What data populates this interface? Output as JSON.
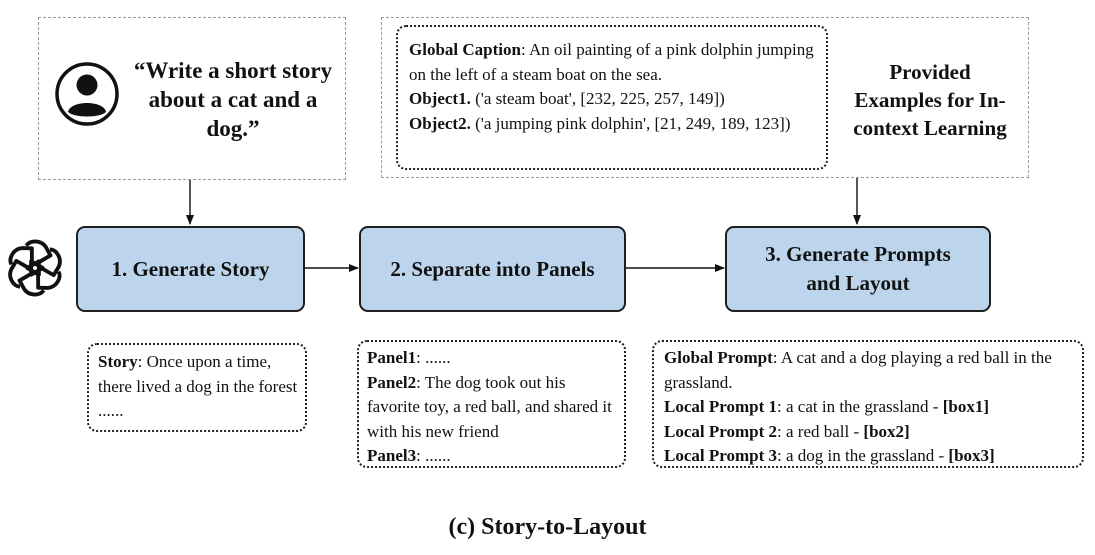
{
  "user_prompt": {
    "icon": "user-avatar-icon",
    "quote": "“Write a short story about a cat and a dog.”"
  },
  "examples": {
    "global_caption_label": "Global Caption",
    "global_caption_text": ": An oil painting of a pink dolphin jumping  on the left of a steam boat on the sea.",
    "object1_label": "Object1.",
    "object1_text": " ('a steam boat', [232, 225, 257, 149])",
    "object2_label": "Object2.",
    "object2_text": " ('a jumping pink dolphin', [21, 249, 189, 123])",
    "provided_label": "Provided Examples for In-context Learning"
  },
  "llm_icon": "openai-logo-icon",
  "steps": [
    {
      "label": "1. Generate Story"
    },
    {
      "label": "2. Separate into Panels"
    },
    {
      "label": "3. Generate Prompts and Layout"
    }
  ],
  "story": {
    "label": "Story",
    "text": ": Once upon a time, there lived a dog in the forest ......"
  },
  "panels": {
    "p1_label": "Panel1",
    "p1_text": ": ......",
    "p2_label": "Panel2",
    "p2_text": ": The dog took out his favorite toy, a red ball, and shared it with his new friend",
    "p3_label": "Panel3",
    "p3_text": ": ......"
  },
  "prompts": {
    "global_label": "Global Prompt",
    "global_text": ": A cat and a dog playing a red ball in the grassland.",
    "local1_label": "Local Prompt 1",
    "local1_text": ": a cat in the grassland - ",
    "local1_box": "[box1]",
    "local2_label": "Local Prompt 2",
    "local2_text": ": a red ball - ",
    "local2_box": "[box2]",
    "local3_label": "Local Prompt 3",
    "local3_text": ": a dog in the grassland - ",
    "local3_box": "[box3]"
  },
  "caption": "(c) Story-to-Layout"
}
